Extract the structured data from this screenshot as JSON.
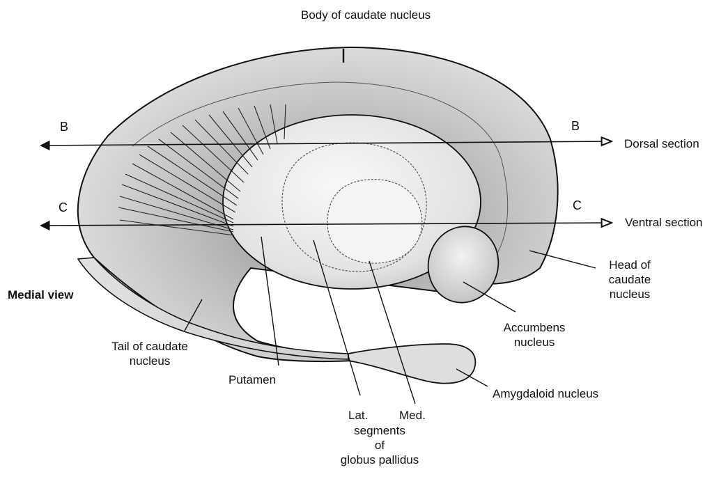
{
  "labels": {
    "body_caudate": "Body of caudate nucleus",
    "dorsal_section": "Dorsal section",
    "ventral_section": "Ventral section",
    "medial_view": "Medial view",
    "head_caudate": [
      "Head of",
      "caudate",
      "nucleus"
    ],
    "accumbens": [
      "Accumbens",
      "nucleus"
    ],
    "tail_caudate": [
      "Tail of caudate",
      "nucleus"
    ],
    "putamen": "Putamen",
    "amygdaloid": "Amygdaloid nucleus",
    "lat": "Lat.",
    "med": "Med.",
    "globus_pallidus": [
      "segments",
      "of",
      "globus pallidus"
    ]
  },
  "section_markers": {
    "b_left": "B",
    "b_right": "B",
    "c_left": "C",
    "c_right": "C"
  },
  "colors": {
    "line": "#111111",
    "shade_dark": "#9a9a9a",
    "shade_mid": "#c4c4c4",
    "shade_light": "#ececec",
    "background": "#ffffff"
  }
}
